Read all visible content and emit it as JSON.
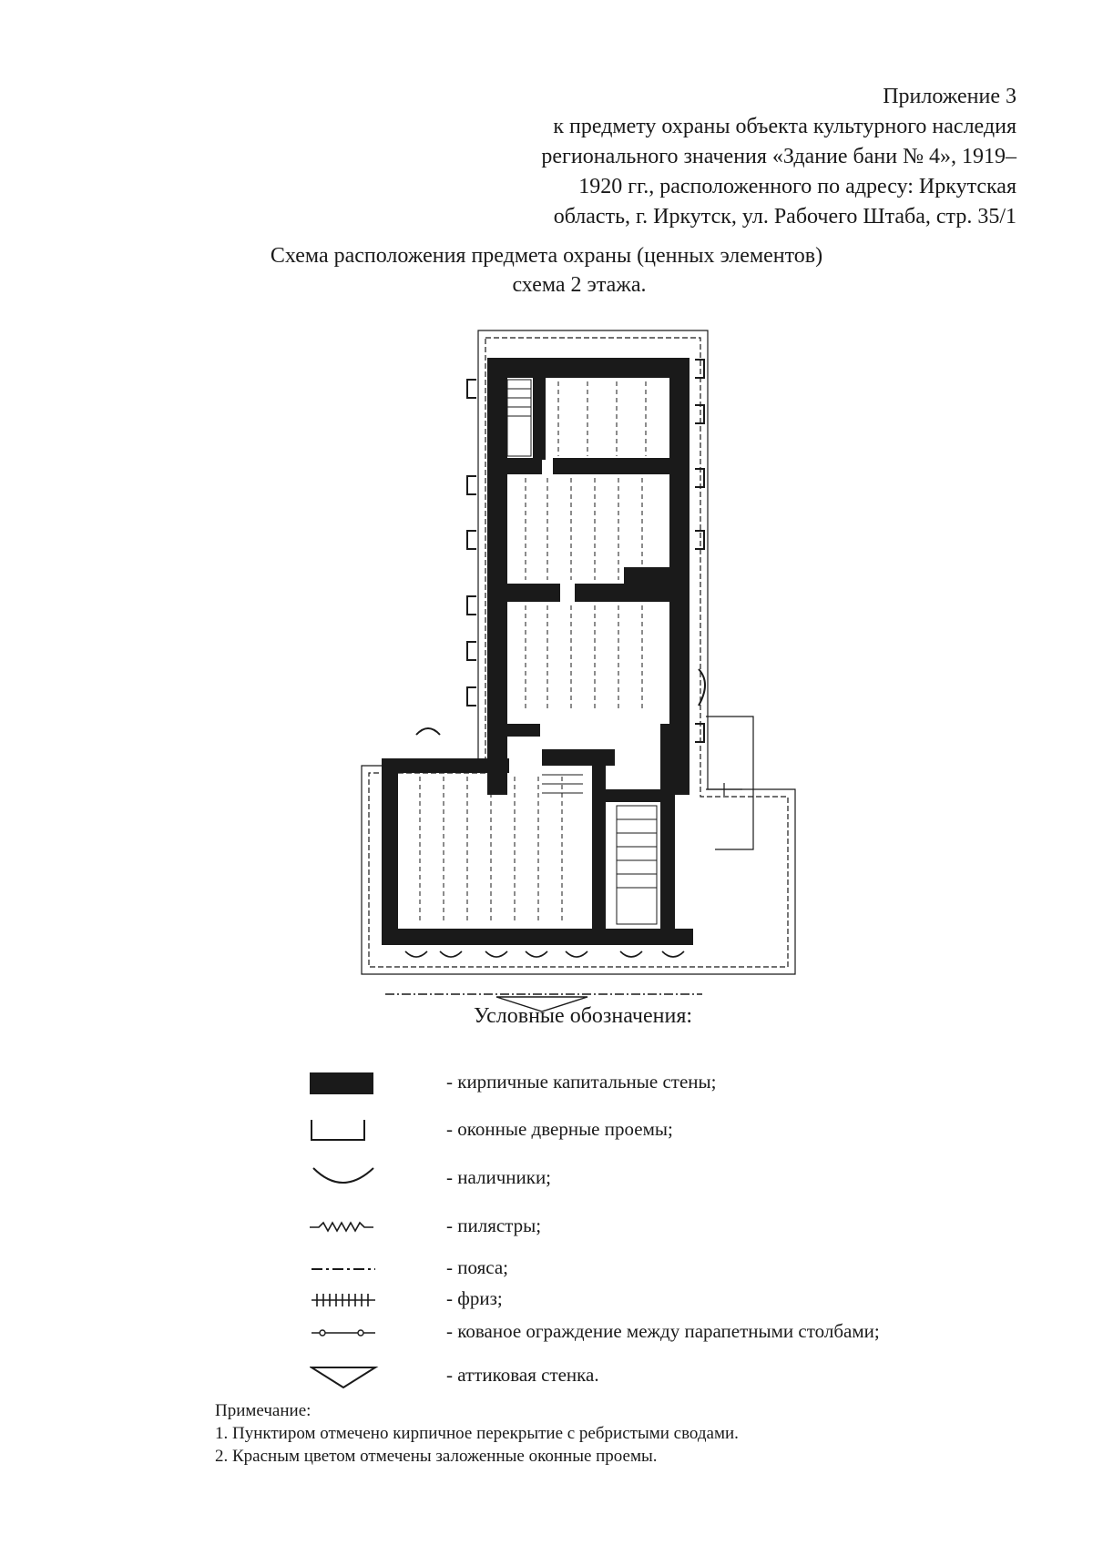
{
  "header": {
    "lines": [
      "Приложение 3",
      "к предмету охраны объекта культурного наследия",
      "регионального значения «Здание бани № 4», 1919–",
      "1920 гг., расположенного по адресу: Иркутская",
      "область, г. Иркутск, ул. Рабочего Штаба, стр. 35/1"
    ]
  },
  "title": {
    "line1": "Схема расположения предмета охраны (ценных элементов)",
    "line2": "схема 2 этажа."
  },
  "legend": {
    "title": "Условные обозначения:",
    "items": [
      {
        "icon": "brick-wall-icon",
        "text": "- кирпичные капитальные стены;"
      },
      {
        "icon": "opening-icon",
        "text": "- оконные дверные проемы;"
      },
      {
        "icon": "arc-icon",
        "text": "- наличники;"
      },
      {
        "icon": "wavy-line-icon",
        "text": "- пилястры;"
      },
      {
        "icon": "dash-dot-line-icon",
        "text": "- пояса;"
      },
      {
        "icon": "hatched-line-icon",
        "text": "- фриз;"
      },
      {
        "icon": "post-line-icon",
        "text": "- кованое ограждение между парапетными столбами;"
      },
      {
        "icon": "triangle-icon",
        "text": "- аттиковая стенка."
      }
    ]
  },
  "notes": {
    "title": "Примечание:",
    "items": [
      "1. Пунктиром отмечено кирпичное перекрытие с ребристыми сводами.",
      "2. Красным цветом отмечены заложенные оконные проемы."
    ]
  },
  "colors": {
    "ink": "#1a1a1a",
    "paper": "#ffffff"
  }
}
